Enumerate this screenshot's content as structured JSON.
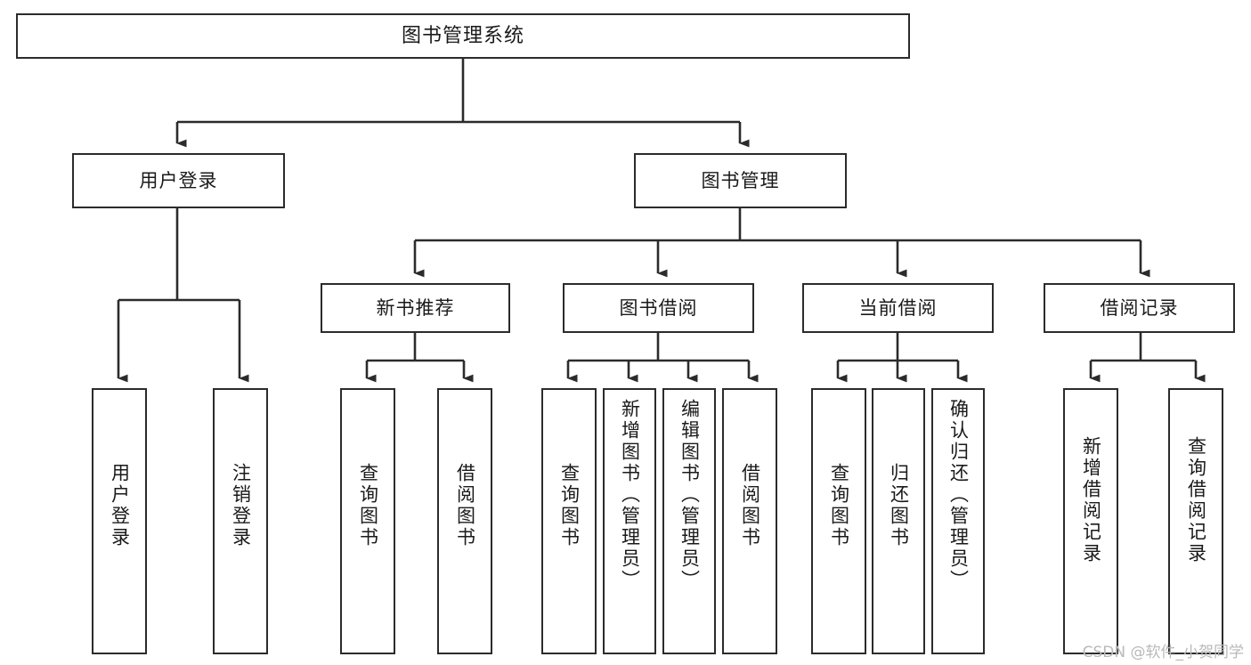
{
  "diagram": {
    "type": "tree",
    "title": "图书管理系统",
    "watermark": "CSDN @软件_小贺同学",
    "colors": {
      "box_stroke": "#2b2b2b",
      "box_fill": "#ffffff",
      "text": "#1a1a1a",
      "connector": "#2b2b2b",
      "watermark": "#b9b9b9",
      "background": "#ffffff"
    },
    "levels": 4,
    "root": {
      "label": "图书管理系统"
    },
    "level2": [
      {
        "label": "用户登录"
      },
      {
        "label": "图书管理"
      }
    ],
    "level3": [
      {
        "label": "新书推荐"
      },
      {
        "label": "图书借阅"
      },
      {
        "label": "当前借阅"
      },
      {
        "label": "借阅记录"
      }
    ],
    "leaves": {
      "user_login": [
        {
          "label": "用户登录"
        },
        {
          "label": "注销登录"
        }
      ],
      "new_book_recommend": [
        {
          "label": "查询图书"
        },
        {
          "label": "借阅图书"
        }
      ],
      "book_borrow": [
        {
          "label": "查询图书"
        },
        {
          "label": "新增图书（管理员）"
        },
        {
          "label": "编辑图书（管理员）"
        },
        {
          "label": "借阅图书"
        }
      ],
      "current_borrow": [
        {
          "label": "查询图书"
        },
        {
          "label": "归还图书"
        },
        {
          "label": "确认归还（管理员）"
        }
      ],
      "borrow_record": [
        {
          "label": "新增借阅记录"
        },
        {
          "label": "查询借阅记录"
        }
      ]
    }
  }
}
